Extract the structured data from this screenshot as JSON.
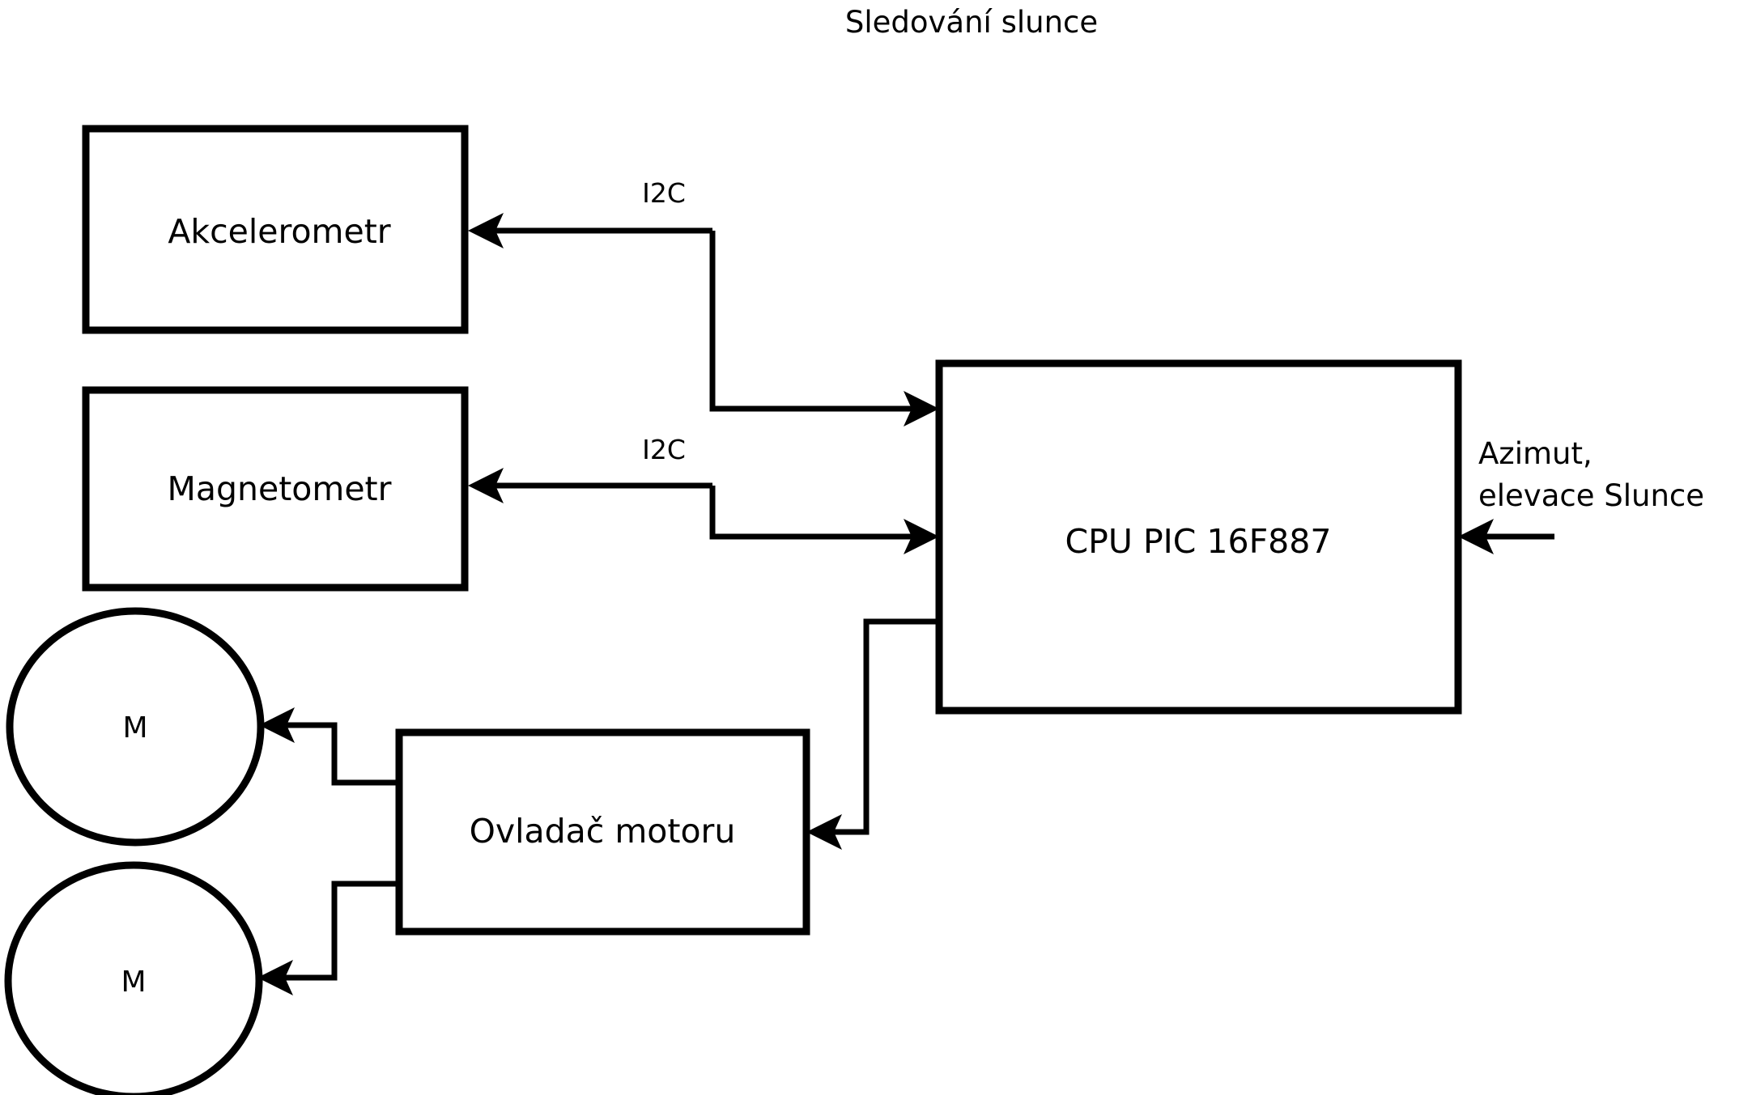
{
  "title": "Sledování slunce",
  "nodes": {
    "accelerometer": {
      "label": "Akcelerometr",
      "shape": "rect"
    },
    "magnetometer": {
      "label": "Magnetometr",
      "shape": "rect"
    },
    "cpu": {
      "label": "CPU PIC 16F887",
      "shape": "rect"
    },
    "motor_driver": {
      "label": "Ovladač motoru",
      "shape": "rect"
    },
    "motor_top": {
      "label": "M",
      "shape": "circle"
    },
    "motor_bottom": {
      "label": "M",
      "shape": "circle"
    }
  },
  "edge_labels": {
    "i2c_accelerometer": "I2C",
    "i2c_magnetometer": "I2C"
  },
  "io_labels": {
    "sun_input_line1": "Azimut,",
    "sun_input_line2": "elevace Slunce"
  },
  "colors": {
    "background": "#ffffff",
    "stroke": "#000000",
    "text": "#000000"
  }
}
